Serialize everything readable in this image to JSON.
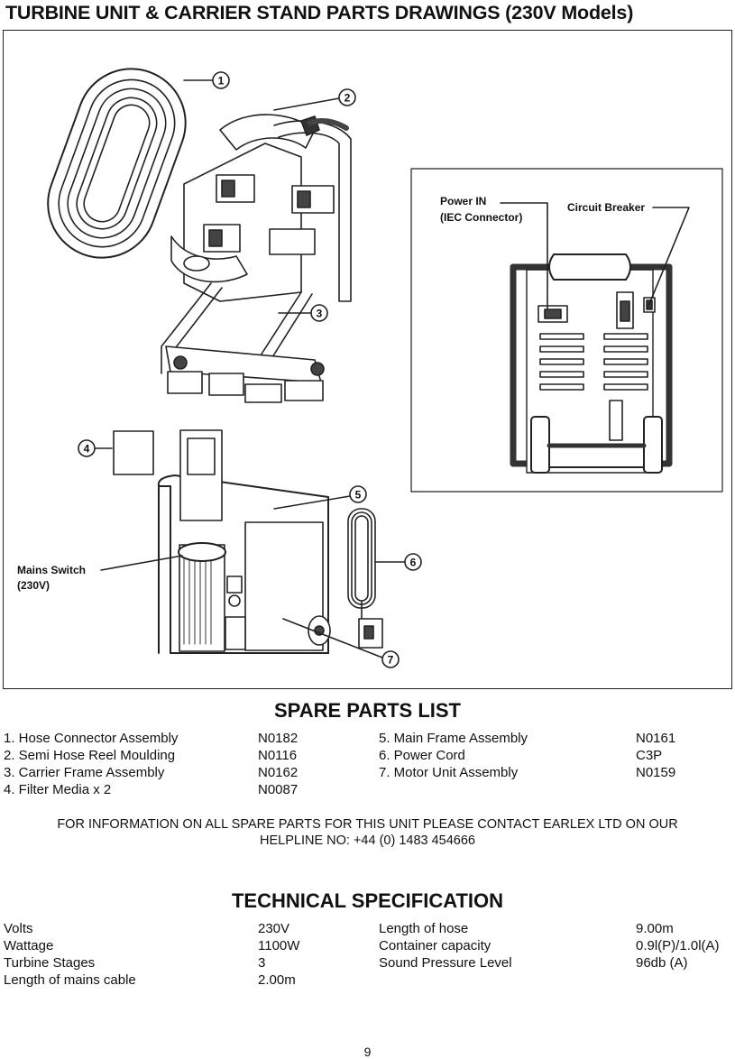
{
  "title": "TURBINE UNIT & CARRIER STAND PARTS DRAWINGS (230V Models)",
  "figure": {
    "callouts": [
      "1",
      "2",
      "3",
      "4",
      "5",
      "6",
      "7"
    ],
    "labels": {
      "power_in_1": "Power IN",
      "power_in_2": "(IEC Connector)",
      "circuit_breaker": "Circuit Breaker",
      "mains_switch_1": "Mains Switch",
      "mains_switch_2": "(230V)"
    }
  },
  "spare_parts": {
    "heading": "SPARE PARTS LIST",
    "left": [
      {
        "name": "1.  Hose Connector Assembly",
        "code": "N0182"
      },
      {
        "name": "2.  Semi Hose Reel Moulding",
        "code": "N0116"
      },
      {
        "name": "3.  Carrier Frame Assembly",
        "code": "N0162"
      },
      {
        "name": "4.  Filter Media x 2",
        "code": "N0087"
      }
    ],
    "right": [
      {
        "name": "5.  Main Frame Assembly",
        "code": "N0161"
      },
      {
        "name": "6.  Power Cord",
        "code": "C3P"
      },
      {
        "name": "7.  Motor Unit Assembly",
        "code": "N0159"
      }
    ],
    "notice_1": "FOR INFORMATION ON ALL SPARE PARTS FOR THIS UNIT PLEASE CONTACT EARLEX LTD ON OUR",
    "notice_2": "HELPLINE NO: +44 (0) 1483 454666"
  },
  "tech_spec": {
    "heading": "TECHNICAL SPECIFICATION",
    "left": [
      {
        "name": "Volts",
        "value": "230V"
      },
      {
        "name": "Wattage",
        "value": "1100W"
      },
      {
        "name": "Turbine Stages",
        "value": "3"
      },
      {
        "name": "Length of mains cable",
        "value": "2.00m"
      }
    ],
    "right": [
      {
        "name": "Length of hose",
        "value": "9.00m"
      },
      {
        "name": "Container capacity",
        "value": "0.9l(P)/1.0l(A)"
      },
      {
        "name": "Sound Pressure Level",
        "value": "96db (A)"
      }
    ]
  },
  "page_number": "9"
}
